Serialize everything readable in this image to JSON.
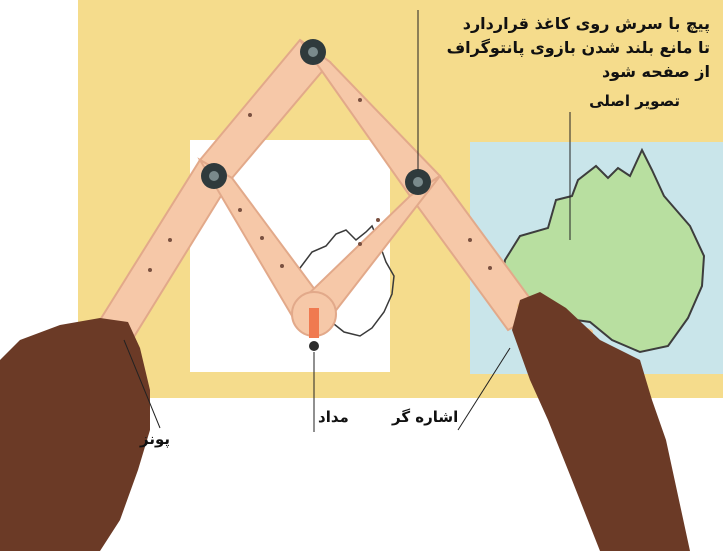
{
  "labels": {
    "screw_note_line1": "پیچ با سرش روی کاغذ قراردارد",
    "screw_note_line2": "تا مانع بلند شدن بازوی پانتوگراف",
    "screw_note_line3": "از صفحه شود",
    "original_image": "تصویر اصلی",
    "pin": "پونز",
    "pencil": "مداد",
    "tracer": "اشاره گر"
  },
  "colors": {
    "board": "#f5dc8c",
    "wood": "#f6c8a8",
    "wood_edge": "#e2a98a",
    "map_background": "#c9e5ea",
    "land": "#b8dfa0",
    "paper": "#ffffff",
    "skin": "#6b3a26",
    "screw": "#2f3a3c"
  }
}
